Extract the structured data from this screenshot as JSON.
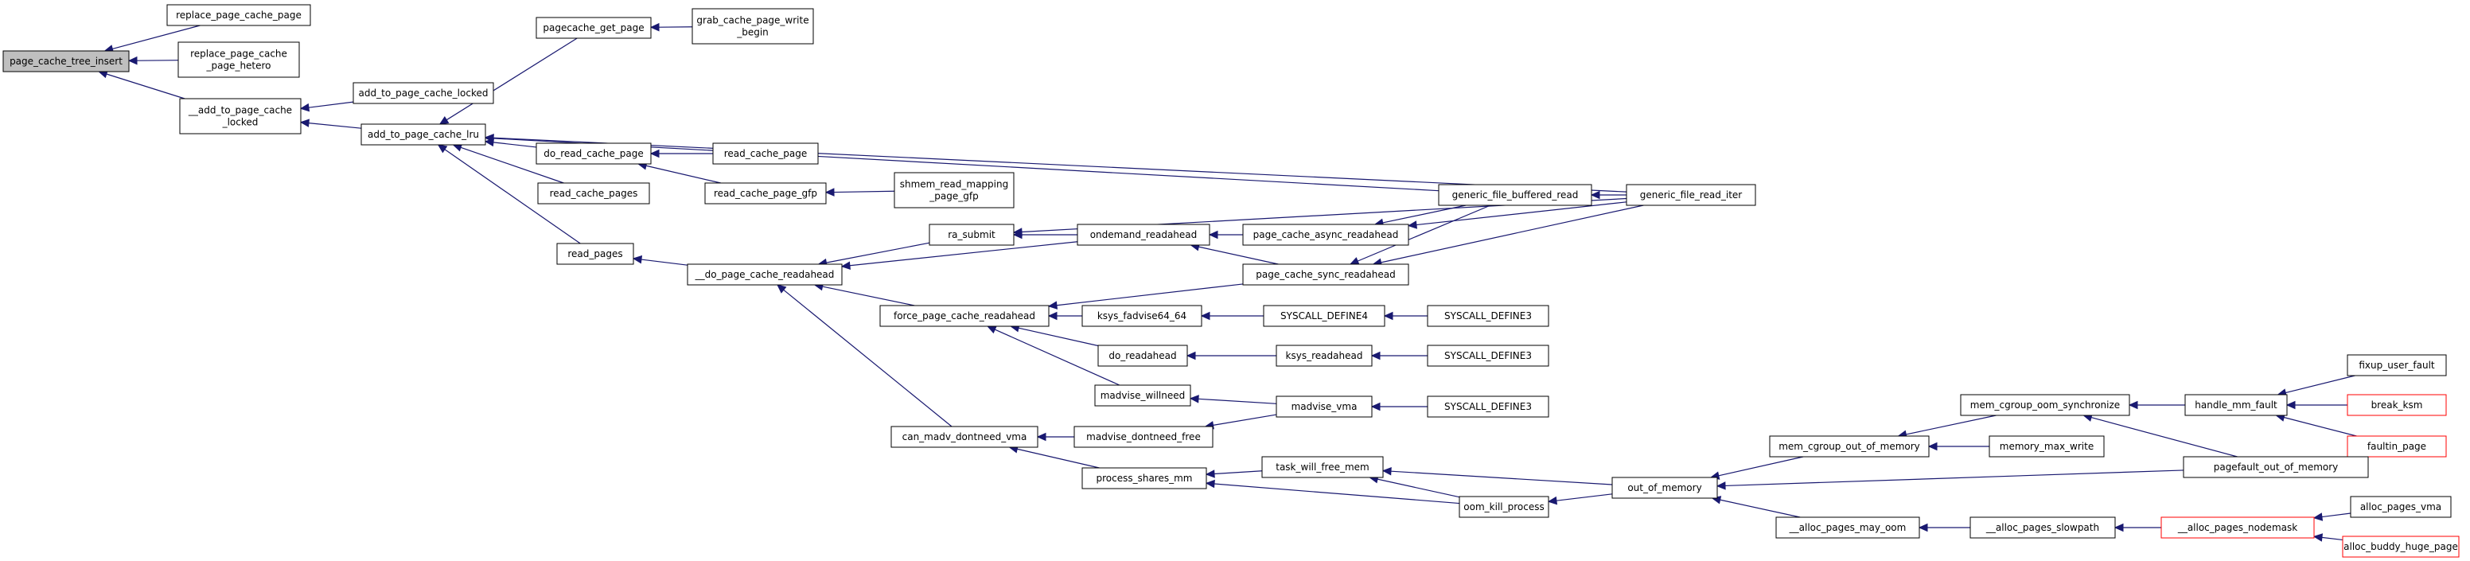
{
  "nodes": [
    {
      "id": "n0",
      "lines": [
        "page_cache_tree_insert"
      ],
      "root": true
    },
    {
      "id": "n1",
      "lines": [
        "replace_page_cache_page"
      ]
    },
    {
      "id": "n2",
      "lines": [
        "replace_page_cache",
        "_page_hetero"
      ]
    },
    {
      "id": "n3",
      "lines": [
        "__add_to_page_cache",
        "_locked"
      ]
    },
    {
      "id": "n4",
      "lines": [
        "add_to_page_cache_locked"
      ]
    },
    {
      "id": "n5",
      "lines": [
        "add_to_page_cache_lru"
      ]
    },
    {
      "id": "n6",
      "lines": [
        "pagecache_get_page"
      ]
    },
    {
      "id": "n7",
      "lines": [
        "grab_cache_page_write",
        "_begin"
      ]
    },
    {
      "id": "n8",
      "lines": [
        "do_read_cache_page"
      ]
    },
    {
      "id": "n9",
      "lines": [
        "read_cache_page"
      ]
    },
    {
      "id": "n10",
      "lines": [
        "read_cache_page_gfp"
      ]
    },
    {
      "id": "n11",
      "lines": [
        "shmem_read_mapping",
        "_page_gfp"
      ]
    },
    {
      "id": "n12",
      "lines": [
        "read_cache_pages"
      ]
    },
    {
      "id": "n13",
      "lines": [
        "read_pages"
      ]
    },
    {
      "id": "n14",
      "lines": [
        "__do_page_cache_readahead"
      ]
    },
    {
      "id": "n15",
      "lines": [
        "ra_submit"
      ]
    },
    {
      "id": "n16",
      "lines": [
        "ondemand_readahead"
      ]
    },
    {
      "id": "n17",
      "lines": [
        "page_cache_async_readahead"
      ]
    },
    {
      "id": "n18",
      "lines": [
        "page_cache_sync_readahead"
      ]
    },
    {
      "id": "n19",
      "lines": [
        "generic_file_buffered_read"
      ]
    },
    {
      "id": "n20",
      "lines": [
        "generic_file_read_iter"
      ]
    },
    {
      "id": "n21",
      "lines": [
        "force_page_cache_readahead"
      ]
    },
    {
      "id": "n22",
      "lines": [
        "ksys_fadvise64_64"
      ]
    },
    {
      "id": "n23",
      "lines": [
        "SYSCALL_DEFINE4"
      ]
    },
    {
      "id": "n24",
      "lines": [
        "SYSCALL_DEFINE3"
      ]
    },
    {
      "id": "n25",
      "lines": [
        "do_readahead"
      ]
    },
    {
      "id": "n26",
      "lines": [
        "ksys_readahead"
      ]
    },
    {
      "id": "n27",
      "lines": [
        "SYSCALL_DEFINE3"
      ]
    },
    {
      "id": "n28",
      "lines": [
        "madvise_willneed"
      ]
    },
    {
      "id": "n29",
      "lines": [
        "madvise_vma"
      ]
    },
    {
      "id": "n30",
      "lines": [
        "SYSCALL_DEFINE3"
      ]
    },
    {
      "id": "n31",
      "lines": [
        "can_madv_dontneed_vma"
      ]
    },
    {
      "id": "n32",
      "lines": [
        "madvise_dontneed_free"
      ]
    },
    {
      "id": "n33",
      "lines": [
        "process_shares_mm"
      ]
    },
    {
      "id": "n34",
      "lines": [
        "task_will_free_mem"
      ]
    },
    {
      "id": "n35",
      "lines": [
        "oom_kill_process"
      ]
    },
    {
      "id": "n36",
      "lines": [
        "out_of_memory"
      ]
    },
    {
      "id": "n37",
      "lines": [
        "mem_cgroup_out_of_memory"
      ]
    },
    {
      "id": "n38",
      "lines": [
        "memory_max_write"
      ]
    },
    {
      "id": "n39",
      "lines": [
        "mem_cgroup_oom_synchronize"
      ]
    },
    {
      "id": "n40",
      "lines": [
        "handle_mm_fault"
      ]
    },
    {
      "id": "n41",
      "lines": [
        "fixup_user_fault"
      ]
    },
    {
      "id": "n42",
      "lines": [
        "break_ksm"
      ],
      "truncated": true
    },
    {
      "id": "n43",
      "lines": [
        "faultin_page"
      ],
      "truncated": true
    },
    {
      "id": "n44",
      "lines": [
        "pagefault_out_of_memory"
      ]
    },
    {
      "id": "n45",
      "lines": [
        "__alloc_pages_may_oom"
      ]
    },
    {
      "id": "n46",
      "lines": [
        "__alloc_pages_slowpath"
      ]
    },
    {
      "id": "n47",
      "lines": [
        "__alloc_pages_nodemask"
      ],
      "truncated": true
    },
    {
      "id": "n48",
      "lines": [
        "alloc_pages_vma"
      ]
    },
    {
      "id": "n49",
      "lines": [
        "alloc_buddy_huge_page"
      ],
      "truncated": true
    }
  ],
  "edges": [
    [
      "n1",
      "n0"
    ],
    [
      "n2",
      "n0"
    ],
    [
      "n3",
      "n0"
    ],
    [
      "n4",
      "n3"
    ],
    [
      "n5",
      "n3"
    ],
    [
      "n6",
      "n5"
    ],
    [
      "n19",
      "n5"
    ],
    [
      "n20",
      "n5"
    ],
    [
      "n8",
      "n5"
    ],
    [
      "n12",
      "n5"
    ],
    [
      "n13",
      "n5"
    ],
    [
      "n7",
      "n6"
    ],
    [
      "n9",
      "n8"
    ],
    [
      "n10",
      "n8"
    ],
    [
      "n11",
      "n10"
    ],
    [
      "n14",
      "n13"
    ],
    [
      "n15",
      "n14"
    ],
    [
      "n16",
      "n14"
    ],
    [
      "n21",
      "n14"
    ],
    [
      "n31",
      "n14"
    ],
    [
      "n20",
      "n15"
    ],
    [
      "n16",
      "n15"
    ],
    [
      "n17",
      "n16"
    ],
    [
      "n18",
      "n16"
    ],
    [
      "n19",
      "n17"
    ],
    [
      "n20",
      "n17"
    ],
    [
      "n19",
      "n18"
    ],
    [
      "n20",
      "n18"
    ],
    [
      "n20",
      "n19"
    ],
    [
      "n18",
      "n21"
    ],
    [
      "n22",
      "n21"
    ],
    [
      "n25",
      "n21"
    ],
    [
      "n28",
      "n21"
    ],
    [
      "n23",
      "n22"
    ],
    [
      "n24",
      "n23"
    ],
    [
      "n26",
      "n25"
    ],
    [
      "n27",
      "n26"
    ],
    [
      "n29",
      "n28"
    ],
    [
      "n30",
      "n29"
    ],
    [
      "n32",
      "n31"
    ],
    [
      "n33",
      "n31"
    ],
    [
      "n29",
      "n32"
    ],
    [
      "n34",
      "n33"
    ],
    [
      "n35",
      "n33"
    ],
    [
      "n35",
      "n34"
    ],
    [
      "n36",
      "n34"
    ],
    [
      "n36",
      "n35"
    ],
    [
      "n37",
      "n36"
    ],
    [
      "n44",
      "n36"
    ],
    [
      "n45",
      "n36"
    ],
    [
      "n38",
      "n37"
    ],
    [
      "n39",
      "n37"
    ],
    [
      "n40",
      "n39"
    ],
    [
      "n44",
      "n39"
    ],
    [
      "n41",
      "n40"
    ],
    [
      "n42",
      "n40"
    ],
    [
      "n43",
      "n40"
    ],
    [
      "n46",
      "n45"
    ],
    [
      "n47",
      "n46"
    ],
    [
      "n48",
      "n47"
    ],
    [
      "n49",
      "n47"
    ]
  ]
}
